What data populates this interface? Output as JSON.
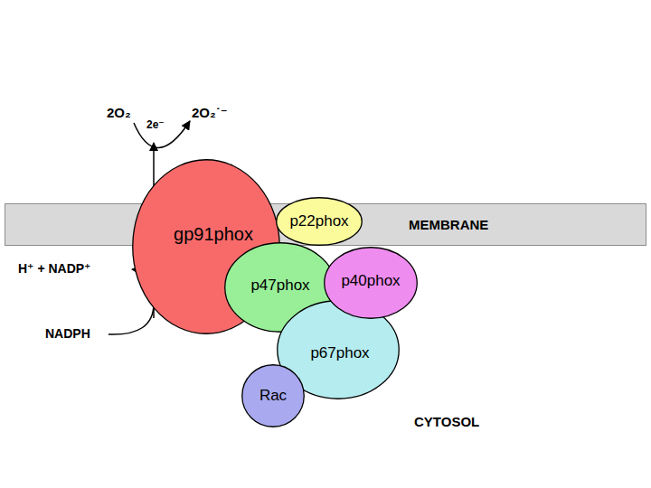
{
  "diagram": {
    "nodes": [
      {
        "text": [
          "MEMBRANE"
        ]
      },
      {
        "text": [
          "gp91phox"
        ]
      },
      {
        "text": [
          "p22phox"
        ]
      },
      {
        "text": [
          "p47phox"
        ]
      },
      {
        "text": [
          "p67phox"
        ]
      },
      {
        "text": [
          "p40phox"
        ]
      },
      {
        "text": [
          "Rac"
        ]
      }
    ],
    "labels": [
      "2O₂",
      "2e⁻",
      "2O₂˙⁻",
      "H⁺ + NADP⁺",
      "NADPH",
      "CYTOSOL"
    ]
  }
}
